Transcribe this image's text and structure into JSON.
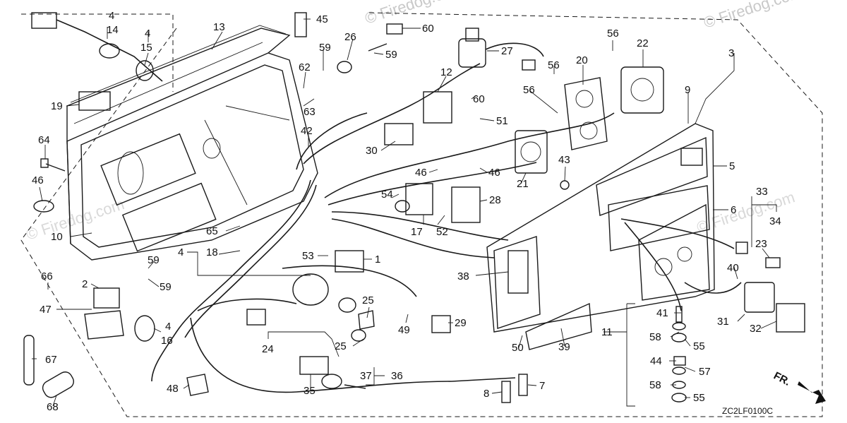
{
  "watermark": "© Firedog.com",
  "diagram_code": "ZC2LF0100C",
  "direction_marker": "FR.",
  "callouts": [
    "1",
    "2",
    "3",
    "4",
    "5",
    "6",
    "7",
    "8",
    "9",
    "10",
    "11",
    "12",
    "13",
    "14",
    "15",
    "16",
    "17",
    "18",
    "19",
    "20",
    "21",
    "22",
    "23",
    "24",
    "25",
    "26",
    "27",
    "28",
    "29",
    "30",
    "31",
    "32",
    "33",
    "34",
    "35",
    "36",
    "37",
    "38",
    "39",
    "40",
    "41",
    "42",
    "43",
    "44",
    "45",
    "46",
    "47",
    "48",
    "49",
    "50",
    "51",
    "52",
    "53",
    "54",
    "55",
    "56",
    "57",
    "58",
    "59",
    "60",
    "62",
    "63",
    "64",
    "65",
    "66",
    "67",
    "68"
  ],
  "labels": [
    {
      "id": "l4a",
      "text": "4"
    },
    {
      "id": "l14",
      "text": "14"
    },
    {
      "id": "l4b",
      "text": "4"
    },
    {
      "id": "l15",
      "text": "15"
    },
    {
      "id": "l13",
      "text": "13"
    },
    {
      "id": "l45",
      "text": "45"
    },
    {
      "id": "l59a",
      "text": "59"
    },
    {
      "id": "l26",
      "text": "26"
    },
    {
      "id": "l60a",
      "text": "60"
    },
    {
      "id": "l27",
      "text": "27"
    },
    {
      "id": "l59b",
      "text": "59"
    },
    {
      "id": "l62",
      "text": "62"
    },
    {
      "id": "l12",
      "text": "12"
    },
    {
      "id": "l60b",
      "text": "60"
    },
    {
      "id": "l63",
      "text": "63"
    },
    {
      "id": "l51",
      "text": "51"
    },
    {
      "id": "l56a",
      "text": "56"
    },
    {
      "id": "l56b",
      "text": "56"
    },
    {
      "id": "l56c",
      "text": "56"
    },
    {
      "id": "l22",
      "text": "22"
    },
    {
      "id": "l20",
      "text": "20"
    },
    {
      "id": "l3",
      "text": "3"
    },
    {
      "id": "l9",
      "text": "9"
    },
    {
      "id": "l19",
      "text": "19"
    },
    {
      "id": "l42",
      "text": "42"
    },
    {
      "id": "l30",
      "text": "30"
    },
    {
      "id": "l64",
      "text": "64"
    },
    {
      "id": "l46a",
      "text": "46"
    },
    {
      "id": "l46b",
      "text": "46"
    },
    {
      "id": "l46c",
      "text": "46"
    },
    {
      "id": "l21",
      "text": "21"
    },
    {
      "id": "l43",
      "text": "43"
    },
    {
      "id": "l5",
      "text": "5"
    },
    {
      "id": "l54",
      "text": "54"
    },
    {
      "id": "l28",
      "text": "28"
    },
    {
      "id": "l33",
      "text": "33"
    },
    {
      "id": "l6",
      "text": "6"
    },
    {
      "id": "l34",
      "text": "34"
    },
    {
      "id": "l10",
      "text": "10"
    },
    {
      "id": "l65",
      "text": "65"
    },
    {
      "id": "l17",
      "text": "17"
    },
    {
      "id": "l52",
      "text": "52"
    },
    {
      "id": "l4c",
      "text": "4"
    },
    {
      "id": "l18",
      "text": "18"
    },
    {
      "id": "l53",
      "text": "53"
    },
    {
      "id": "l1",
      "text": "1"
    },
    {
      "id": "l23",
      "text": "23"
    },
    {
      "id": "l59c",
      "text": "59"
    },
    {
      "id": "l38",
      "text": "38"
    },
    {
      "id": "l40",
      "text": "40"
    },
    {
      "id": "l66",
      "text": "66"
    },
    {
      "id": "l2",
      "text": "2"
    },
    {
      "id": "l59d",
      "text": "59"
    },
    {
      "id": "l47",
      "text": "47"
    },
    {
      "id": "l25a",
      "text": "25"
    },
    {
      "id": "l41",
      "text": "41"
    },
    {
      "id": "l4d",
      "text": "4"
    },
    {
      "id": "l16",
      "text": "16"
    },
    {
      "id": "l49",
      "text": "49"
    },
    {
      "id": "l29",
      "text": "29"
    },
    {
      "id": "l31",
      "text": "31"
    },
    {
      "id": "l32",
      "text": "32"
    },
    {
      "id": "l11",
      "text": "11"
    },
    {
      "id": "l58a",
      "text": "58"
    },
    {
      "id": "l55a",
      "text": "55"
    },
    {
      "id": "l24",
      "text": "24"
    },
    {
      "id": "l25b",
      "text": "25"
    },
    {
      "id": "l50",
      "text": "50"
    },
    {
      "id": "l39",
      "text": "39"
    },
    {
      "id": "l44",
      "text": "44"
    },
    {
      "id": "l57",
      "text": "57"
    },
    {
      "id": "l67",
      "text": "67"
    },
    {
      "id": "l37",
      "text": "37"
    },
    {
      "id": "l36",
      "text": "36"
    },
    {
      "id": "l58b",
      "text": "58"
    },
    {
      "id": "l48",
      "text": "48"
    },
    {
      "id": "l35",
      "text": "35"
    },
    {
      "id": "l8",
      "text": "8"
    },
    {
      "id": "l7",
      "text": "7"
    },
    {
      "id": "l55b",
      "text": "55"
    },
    {
      "id": "l68",
      "text": "68"
    }
  ]
}
